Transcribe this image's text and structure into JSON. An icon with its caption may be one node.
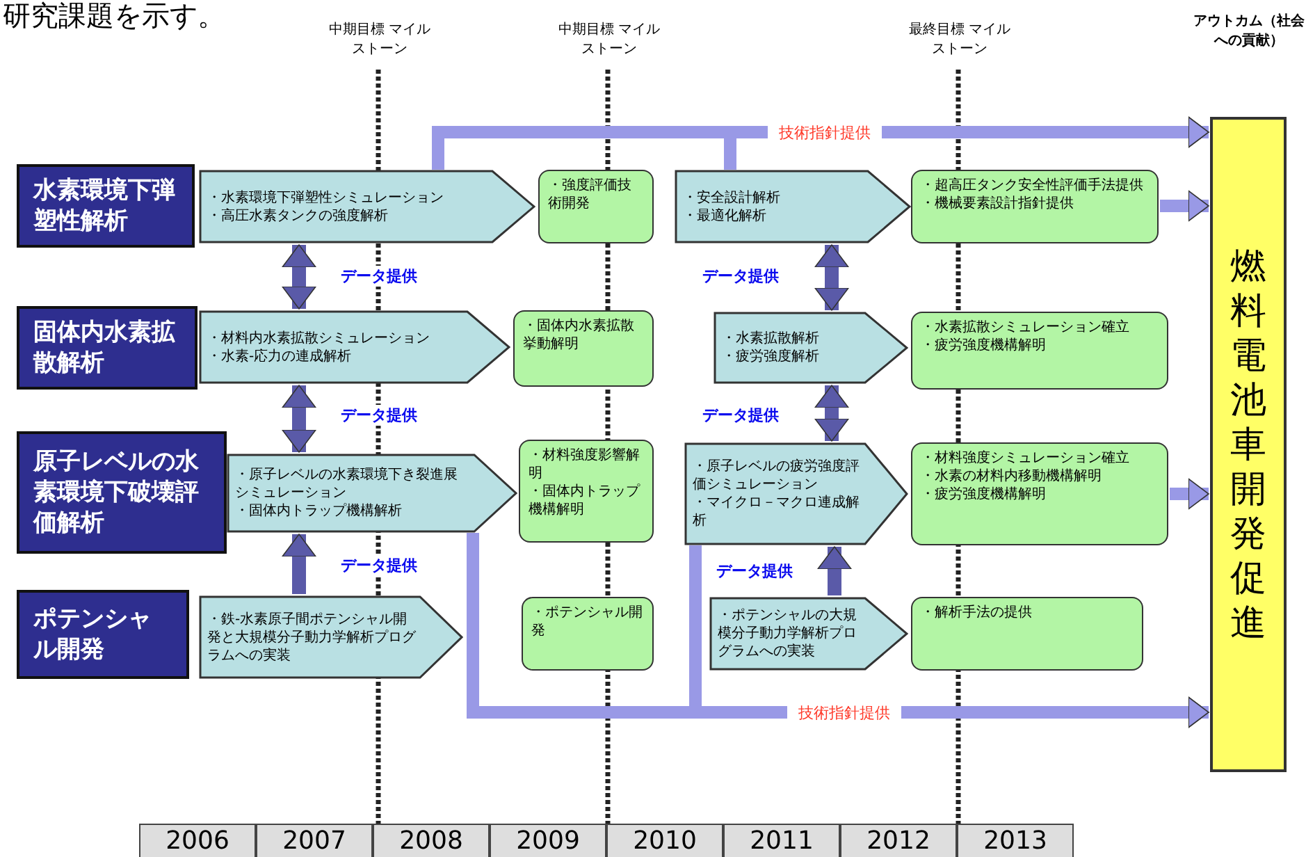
{
  "diagram": {
    "nodes": [
      {
        "text": [
          "水素環境下弾塑性解析"
        ]
      },
      {
        "text": [
          "・水素環境下弾塑性シミュレーション",
          "・高圧水素タンクの強度解析"
        ]
      },
      {
        "text": [
          "・強度評価技術開発"
        ]
      },
      {
        "text": [
          "・安全設計解析",
          "・最適化解析"
        ]
      },
      {
        "text": [
          "・超高圧タンク安全性評価手法提供",
          "・機械要素設計指針提供"
        ]
      },
      {
        "text": [
          "固体内水素拡散解析"
        ]
      },
      {
        "text": [
          "・材料内水素拡散シミュレーション",
          "・水素-応力の連成解析"
        ]
      },
      {
        "text": [
          "・固体内水素拡散挙動解明"
        ]
      },
      {
        "text": [
          "・水素拡散解析",
          "・疲労強度解析"
        ]
      },
      {
        "text": [
          "・水素拡散シミュレーション確立",
          "・疲労強度機構解明"
        ]
      },
      {
        "text": [
          "原子レベルの水素環境下破壊評価解析"
        ]
      },
      {
        "text": [
          "・原子レベルの水素環境下き裂進展シミュレーション",
          "・固体内トラップ機構解析"
        ]
      },
      {
        "text": [
          "・材料強度影響解明",
          "・固体内トラップ機構解明"
        ]
      },
      {
        "text": [
          "・原子レベルの疲労強度評価シミュレーション",
          "・マイクロ－マクロ連成解析"
        ]
      },
      {
        "text": [
          "・材料強度シミュレーション確立",
          "・水素の材料内移動機構解明",
          "・疲労強度機構解明"
        ]
      },
      {
        "text": [
          "ポテンシャル開発"
        ]
      },
      {
        "text": [
          "・鉄-水素原子間ポテンシャル開発と大規模分子動力学解析プログラムへの実装"
        ]
      },
      {
        "text": [
          "・ポテンシャル開発"
        ]
      },
      {
        "text": [
          "・ポテンシャルの大規模分子動力学解析プログラムへの実装"
        ]
      },
      {
        "text": [
          "・解析手法の提供"
        ]
      },
      {
        "text": [
          "燃料電池車開発促進"
        ]
      }
    ],
    "edges": [
      {
        "from": 1,
        "to": 6,
        "arrow": "both",
        "label": "データ提供",
        "color": "#5a5aa8"
      },
      {
        "from": 6,
        "to": 11,
        "arrow": "both",
        "label": "データ提供",
        "color": "#5a5aa8"
      },
      {
        "from": 16,
        "to": 11,
        "arrow": "to",
        "label": "データ提供",
        "color": "#5a5aa8"
      },
      {
        "from": 3,
        "to": 8,
        "arrow": "both",
        "label": "データ提供",
        "color": "#5a5aa8"
      },
      {
        "from": 8,
        "to": 13,
        "arrow": "both",
        "label": "データ提供",
        "color": "#5a5aa8"
      },
      {
        "from": 18,
        "to": 13,
        "arrow": "to",
        "label": "データ提供",
        "color": "#5a5aa8"
      },
      {
        "from": 1,
        "to": 20,
        "arrow": "to",
        "label": "技術指針提供",
        "color": "#9999e6"
      },
      {
        "from": 3,
        "to": 20,
        "arrow": "to",
        "color": "#9999e6"
      },
      {
        "from": 11,
        "to": 20,
        "arrow": "to",
        "label": "技術指針提供",
        "color": "#9999e6"
      },
      {
        "from": 13,
        "to": 20,
        "arrow": "to",
        "color": "#9999e6"
      },
      {
        "from": 4,
        "to": 20,
        "arrow": "to",
        "color": "#9999e6"
      },
      {
        "from": 14,
        "to": 20,
        "arrow": "to",
        "color": "#9999e6"
      }
    ],
    "labels": [
      "研究課題を示す。",
      "中期目標 マイルストーン",
      "中期目標 マイルストーン",
      "最終目標 マイルストーン",
      "アウトカム（社会への貢献）",
      "2006",
      "2007",
      "2008",
      "2009",
      "2010",
      "2011",
      "2012",
      "2013"
    ]
  }
}
